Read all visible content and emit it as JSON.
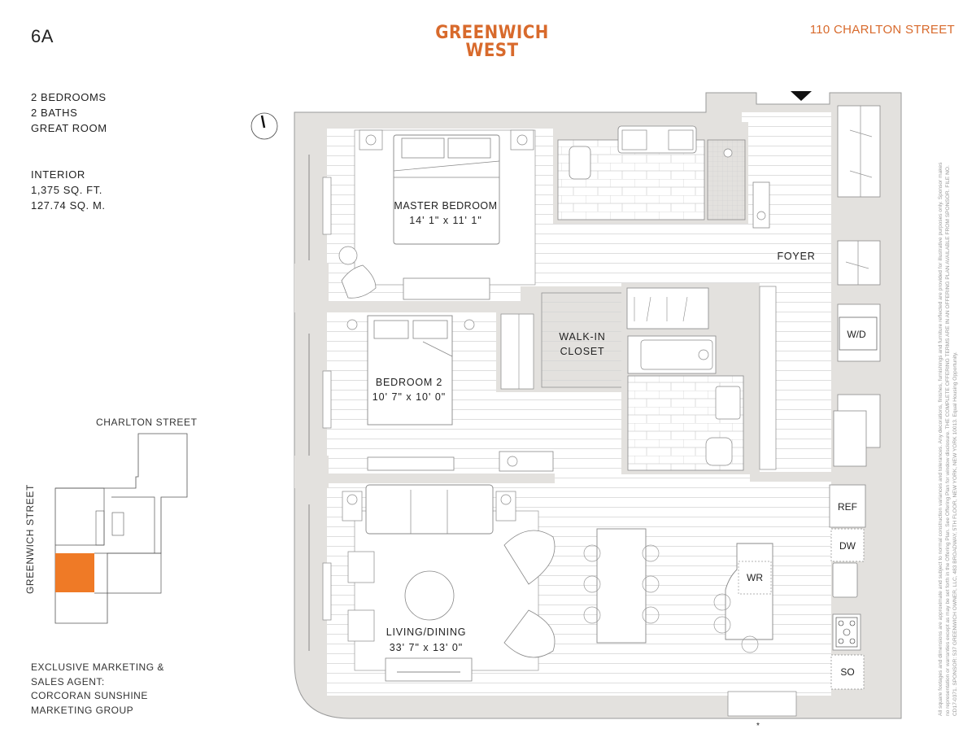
{
  "header": {
    "unit": "6A",
    "logo_line1": "GREENWICH",
    "logo_line2": "WEST",
    "address": "110 CHARLTON STREET"
  },
  "specs": {
    "bedrooms": "2 BEDROOMS",
    "baths": "2 BATHS",
    "extra": "GREAT ROOM",
    "interior_label": "INTERIOR",
    "sq_ft": "1,375 SQ. FT.",
    "sq_m": "127.74 SQ. M."
  },
  "keyplan": {
    "street_top": "CHARLTON STREET",
    "street_side": "GREENWICH STREET",
    "highlight_color": "#ef7a26"
  },
  "agent": {
    "line1": "EXCLUSIVE MARKETING &",
    "line2": "SALES AGENT:",
    "line3": "CORCORAN SUNSHINE",
    "line4": "MARKETING GROUP"
  },
  "rooms": {
    "master": {
      "name": "MASTER BEDROOM",
      "dims": "14' 1\" x 11' 1\""
    },
    "bedroom2": {
      "name": "BEDROOM 2",
      "dims": "10' 7\" x 10' 0\""
    },
    "closet_line1": "WALK-IN",
    "closet_line2": "CLOSET",
    "foyer": "FOYER",
    "living": {
      "name": "LIVING/DINING",
      "dims": "33' 7\" x 13' 0\""
    },
    "wd": "W/D",
    "ref": "REF",
    "dw": "DW",
    "so": "SO",
    "wr": "WR",
    "asterisk": "*"
  },
  "colors": {
    "brand": "#d86a2c",
    "wall": "#e3e1de",
    "line": "#8a8a8a"
  },
  "disclaimer": {
    "line1": "All square footages and dimensions are approximate and subject to normal construction variances and tolerances. Any decorations, finishes, furnishings and furniture reflected are provided for illustrative purposes only. Sponsor makes",
    "line2": "no representation or warranties except as may be set forth in the Offering Plan. See Offering Plan for window disclosure. THE COMPLETE OFFERING TERMS ARE IN AN OFFERING PLAN AVAILABLE FROM SPONSOR. FILE NO.",
    "line3": "CD17-0371. SPONSOR: 537 GREENWICH OWNER, LLC, 483 BROADWAY, 5TH FLOOR, NEW YORK, NEW YORK 10013. Equal Housing Opportunity."
  }
}
